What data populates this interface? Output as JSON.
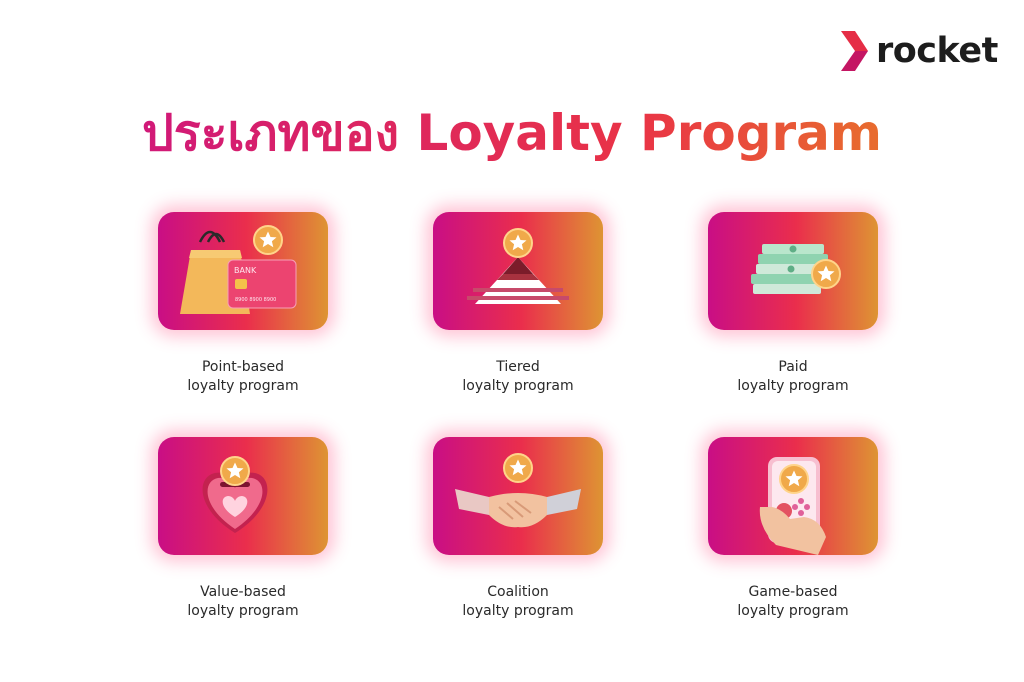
{
  "brand": {
    "name": "rocket"
  },
  "title": "ประเภทของ Loyalty Program",
  "colors": {
    "accent_pink": "#c90e85",
    "accent_red": "#ea2e4c",
    "accent_orange": "#de9433",
    "brand_red": "#e52d45"
  },
  "programs": [
    {
      "line1": "Point-based",
      "line2": "loyalty program",
      "icon": "shopping-bag-credit-card-icon",
      "card_text": {
        "bank": "BANK",
        "digits": "8900  8900  8900"
      }
    },
    {
      "line1": "Tiered",
      "line2": "loyalty program",
      "icon": "pyramid-icon"
    },
    {
      "line1": "Paid",
      "line2": "loyalty program",
      "icon": "cash-stack-icon"
    },
    {
      "line1": "Value-based",
      "line2": "loyalty program",
      "icon": "heart-icon"
    },
    {
      "line1": "Coalition",
      "line2": "loyalty program",
      "icon": "handshake-icon"
    },
    {
      "line1": "Game-based",
      "line2": "loyalty program",
      "icon": "phone-game-icon"
    }
  ]
}
